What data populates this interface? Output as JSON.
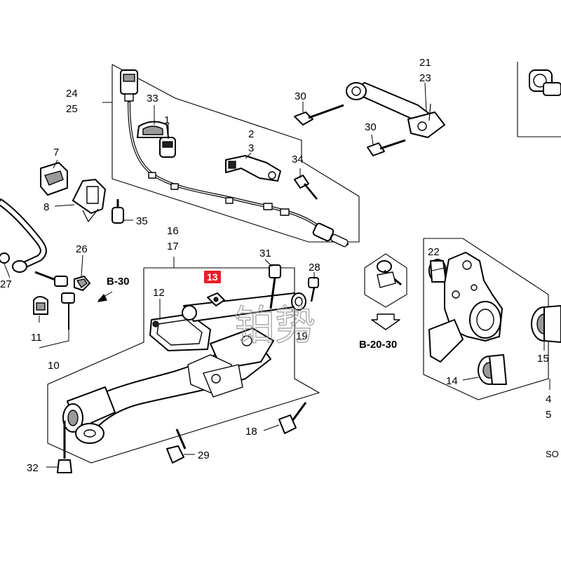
{
  "callouts": {
    "c1": "1",
    "c2": "2",
    "c3": "3",
    "c4": "4",
    "c5": "5",
    "c7": "7",
    "c8": "8",
    "c10": "10",
    "c11": "11",
    "c12": "12",
    "c13": "13",
    "c14": "14",
    "c15": "15",
    "c16": "16",
    "c17": "17",
    "c18": "18",
    "c19": "19",
    "c21": "21",
    "c22": "22",
    "c23": "23",
    "c24": "24",
    "c25": "25",
    "c26": "26",
    "c27": "27",
    "c28": "28",
    "c29": "29",
    "c30a": "30",
    "c30b": "30",
    "c31": "31",
    "c32": "32",
    "c33": "33",
    "c34": "34",
    "c35": "35"
  },
  "references": {
    "b30": "B-30",
    "b2030": "B-20-30",
    "page_code": "SO"
  },
  "highlight": {
    "label": "13",
    "color": "#e8202a"
  },
  "watermark": {
    "chars": "铂势"
  }
}
